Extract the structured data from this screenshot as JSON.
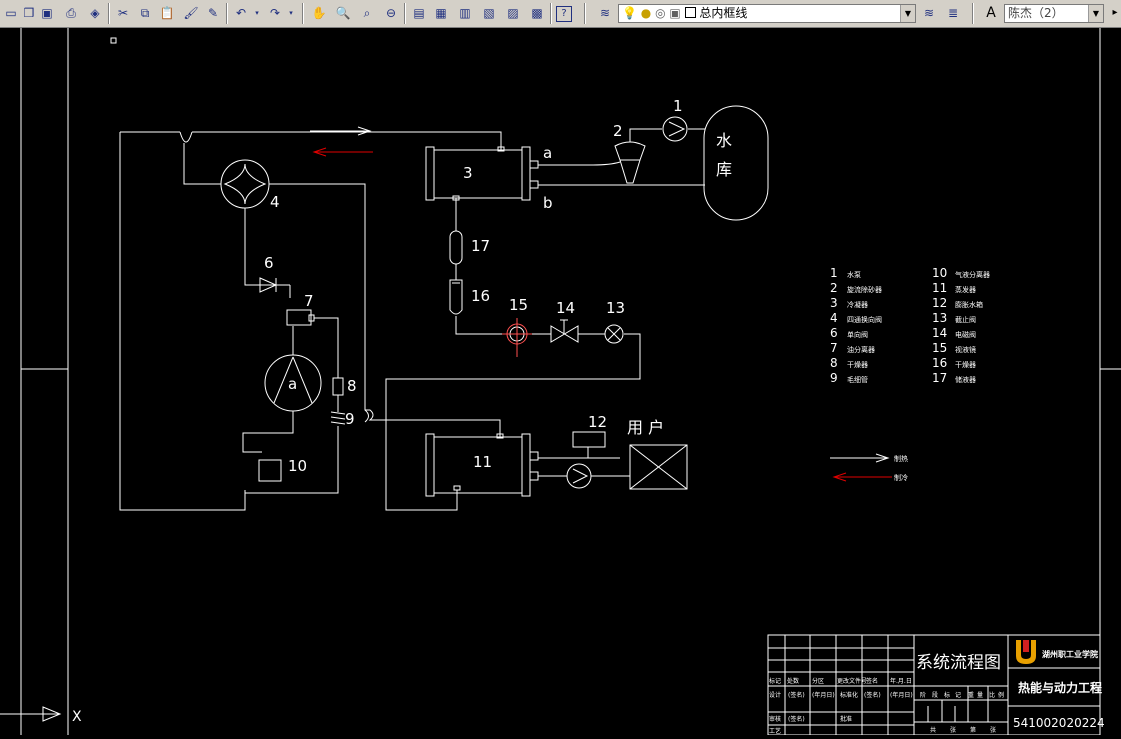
{
  "toolbar": {
    "layer_combo_value": "总内框线",
    "style_combo_value": "陈杰（2）",
    "icons": [
      "new-icon",
      "open-icon",
      "save-icon",
      "print-icon",
      "preview-icon",
      "publish-icon",
      "cut-icon",
      "copy-icon",
      "paste-icon",
      "match-properties-icon",
      "brush-icon",
      "undo-icon",
      "redo-icon",
      "pan-icon",
      "zoom-realtime-icon",
      "zoom-window-icon",
      "zoom-previous-icon",
      "properties-icon",
      "design-center-icon",
      "tool-palettes-icon",
      "sheet-set-icon",
      "markup-icon",
      "calculator-icon",
      "help-icon",
      "layer-manager-icon",
      "layer-bulb-icon",
      "layer-sun-icon",
      "layer-lock-icon",
      "layer-state-icon",
      "layer-previous-icon",
      "layer-iso-icon",
      "text-style-icon"
    ]
  },
  "drawing": {
    "labels": {
      "n1": "1",
      "n2": "2",
      "n3": "3",
      "n4": "4",
      "n6": "6",
      "n7": "7",
      "n8": "8",
      "n9": "9",
      "n10": "10",
      "n11": "11",
      "n12": "12",
      "n13": "13",
      "n14": "14",
      "n15": "15",
      "n16": "16",
      "n17": "17",
      "port_a": "a",
      "port_b": "b",
      "compressor": "a",
      "reservoir_1": "水",
      "reservoir_2": "库",
      "user": "用 户"
    },
    "legend": [
      {
        "num": "1",
        "name": "水泵"
      },
      {
        "num": "2",
        "name": "旋流除砂器"
      },
      {
        "num": "3",
        "name": "冷凝器"
      },
      {
        "num": "4",
        "name": "四通换向阀"
      },
      {
        "num": "6",
        "name": "单向阀"
      },
      {
        "num": "7",
        "name": "油分离器"
      },
      {
        "num": "8",
        "name": "干燥器"
      },
      {
        "num": "9",
        "name": "毛细管"
      },
      {
        "num": "10",
        "name": "气液分离器"
      },
      {
        "num": "11",
        "name": "蒸发器"
      },
      {
        "num": "12",
        "name": "膨胀水箱"
      },
      {
        "num": "13",
        "name": "截止阀"
      },
      {
        "num": "14",
        "name": "电磁阀"
      },
      {
        "num": "15",
        "name": "视液镜"
      },
      {
        "num": "16",
        "name": "干燥器"
      },
      {
        "num": "17",
        "name": "储液器"
      }
    ],
    "flow_legend": {
      "heating": "制热",
      "cooling": "制冷"
    },
    "title_block": {
      "title": "系统流程图",
      "school": "湖州职工业学院",
      "major": "热能与动力工程",
      "drawing_number": "541002020224",
      "row1": [
        "标记",
        "处数",
        "分区",
        "更改文件号",
        "签名",
        "年.月.日"
      ],
      "row1_sub": [
        "(签名)",
        "(年月日)",
        "标准化",
        "(签名)",
        "(年月日)"
      ],
      "row2": [
        "设计",
        "",
        "",
        "",
        "",
        ""
      ],
      "stage_labels": [
        "阶",
        "段",
        "标",
        "记",
        "重",
        "量",
        "比",
        "例"
      ],
      "row3": [
        "审核",
        "(签名)",
        "",
        "批准",
        "",
        ""
      ],
      "row4": [
        "工艺",
        "",
        "",
        "",
        "",
        ""
      ],
      "sheet_labels": [
        "共",
        "张",
        "第",
        "张"
      ]
    },
    "ucs_x_label": "X"
  }
}
